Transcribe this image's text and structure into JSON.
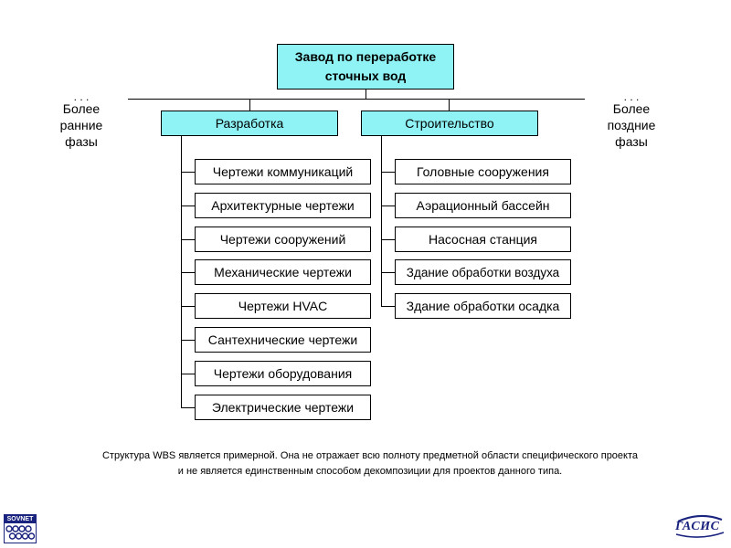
{
  "root": {
    "line1": "Завод по переработке",
    "line2": "сточных вод"
  },
  "phases": {
    "earlier": {
      "dots": ". . .",
      "line1": "Более",
      "line2": "ранние",
      "line3": "фазы"
    },
    "later": {
      "dots": ". . .",
      "line1": "Более",
      "line2": "поздние",
      "line3": "фазы"
    }
  },
  "categories": [
    {
      "label": "Разработка",
      "items": [
        "Чертежи коммуникаций",
        "Архитектурные чертежи",
        "Чертежи сооружений",
        "Механические чертежи",
        "Чертежи HVAC",
        "Сантехнические чертежи",
        "Чертежи оборудования",
        "Электрические чертежи"
      ]
    },
    {
      "label": "Строительство",
      "items": [
        "Головные сооружения",
        "Аэрационный бассейн",
        "Насосная станция",
        "Здание обработки воздуха",
        "Здание обработки осадка"
      ]
    }
  ],
  "note": "Структура  WBS является примерной.  Она не отражает всю полноту  предметной  области специфического  проекта и не является единственным  способом декомпозиции  для проектов данного типа.",
  "logos": {
    "left_text": "SOVNET",
    "right_text": "ГАСИС"
  },
  "colors": {
    "box_fill": "#8ff3f5",
    "line": "#000000",
    "logo_navy": "#1a237e"
  }
}
